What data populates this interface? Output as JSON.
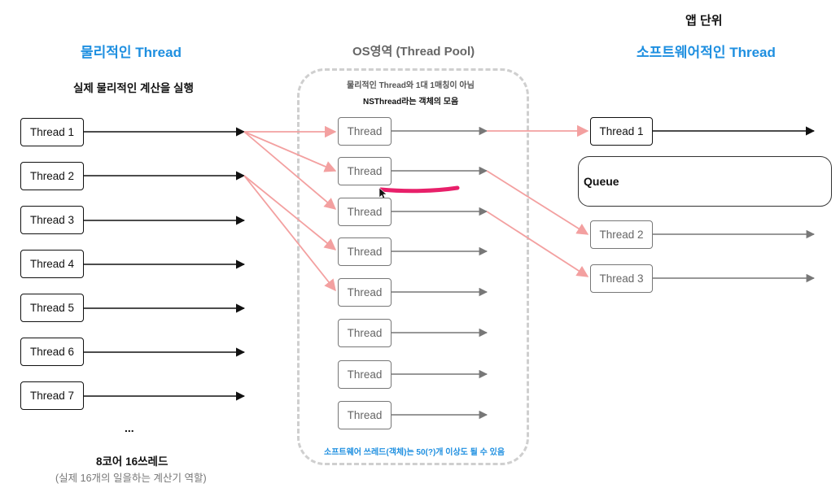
{
  "top_right_title": "앱 단위",
  "left": {
    "title": "물리적인 Thread",
    "subtitle": "실제 물리적인 계산을 실행",
    "threads": [
      "Thread 1",
      "Thread 2",
      "Thread 3",
      "Thread 4",
      "Thread 5",
      "Thread 6",
      "Thread 7"
    ],
    "ellipsis": "...",
    "footer_title": "8코어 16쓰레드",
    "footer_note": "(실제 16개의 일을하는 계산기 역할)"
  },
  "pool": {
    "title": "OS영역 (Thread Pool)",
    "note1": "물리적인 Thread와 1대 1매칭이 아님",
    "note2": "NSThread라는 객체의 모음",
    "threads": [
      "Thread",
      "Thread",
      "Thread",
      "Thread",
      "Thread",
      "Thread",
      "Thread",
      "Thread"
    ],
    "footer_note": "소프트웨어 쓰레드(객체)는 50(?)개 이상도 될 수 있음"
  },
  "right": {
    "title": "소프트웨어적인 Thread",
    "thread1": "Thread 1",
    "queue_label": "Queue",
    "thread2": "Thread 2",
    "thread3": "Thread 3"
  },
  "colors": {
    "accent_blue": "#1e8fe0",
    "pink_arrow": "#f3a0a0",
    "highlight": "#e8206a"
  }
}
